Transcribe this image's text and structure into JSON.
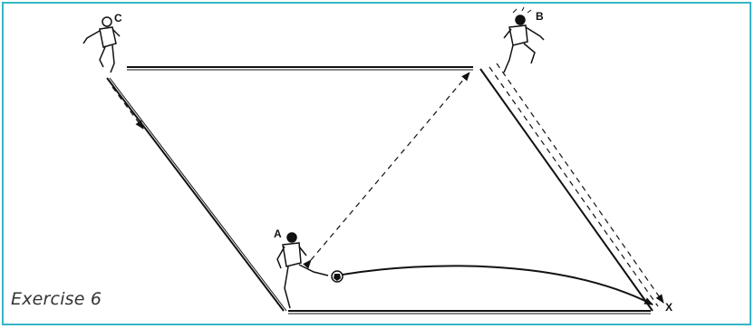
{
  "caption": "Exercise 6",
  "players": {
    "a": "A",
    "b": "B",
    "c": "C"
  },
  "target_marker": "X",
  "colors": {
    "frame_border": "#35b6c6",
    "ink": "#111111"
  }
}
